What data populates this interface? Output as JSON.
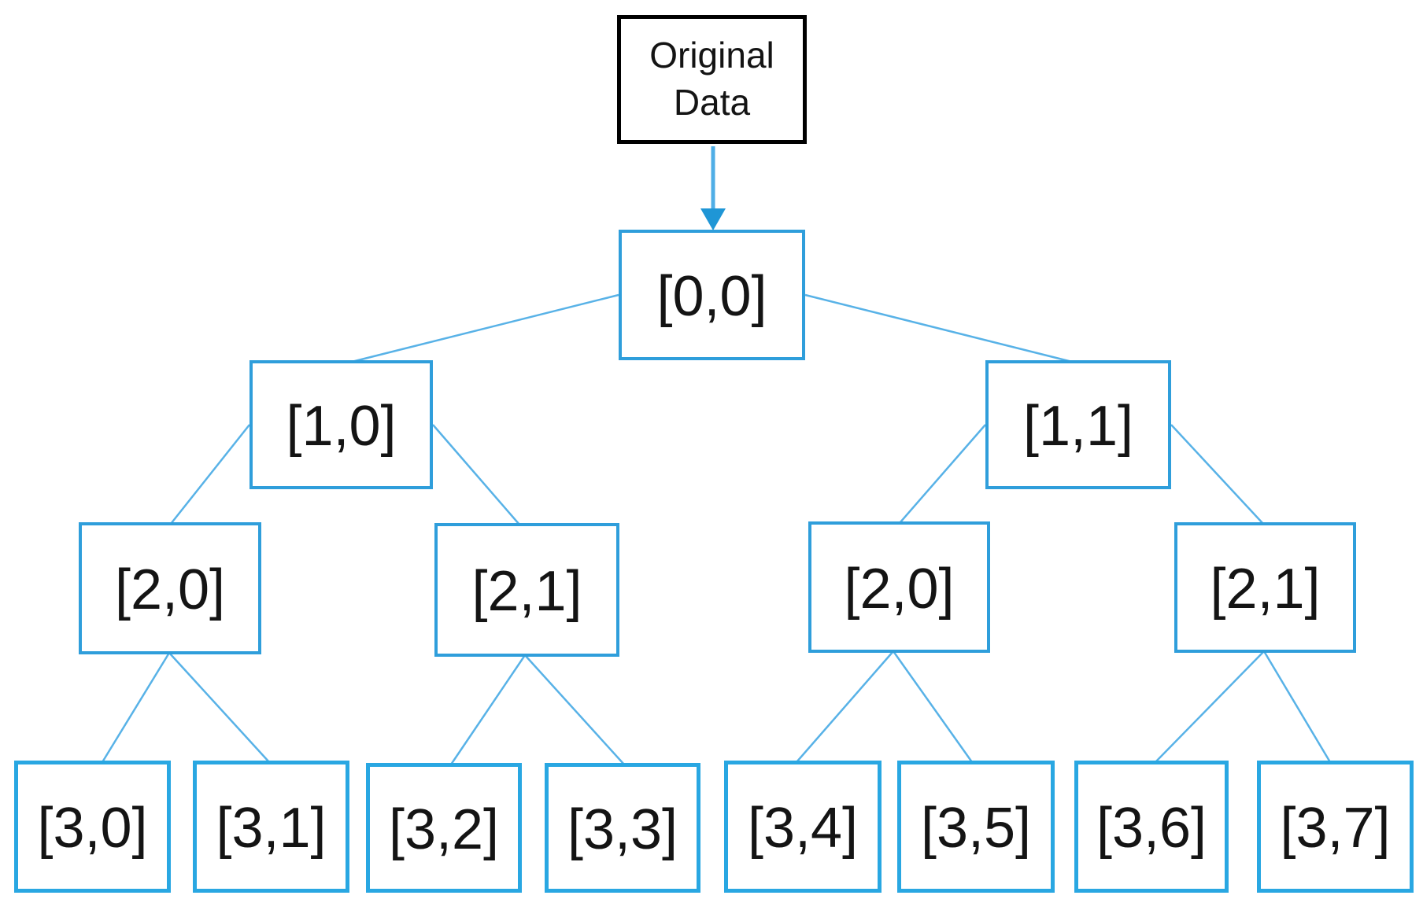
{
  "diagram": {
    "type": "tree",
    "root": {
      "label": "Original Data"
    },
    "nodes": [
      {
        "id": "0-0",
        "level": 0,
        "label": "[0,0]"
      },
      {
        "id": "1-0",
        "level": 1,
        "label": "[1,0]"
      },
      {
        "id": "1-1",
        "level": 1,
        "label": "[1,1]"
      },
      {
        "id": "2-0-left",
        "level": 2,
        "label": "[2,0]"
      },
      {
        "id": "2-1-left",
        "level": 2,
        "label": "[2,1]"
      },
      {
        "id": "2-0-right",
        "level": 2,
        "label": "[2,0]"
      },
      {
        "id": "2-1-right",
        "level": 2,
        "label": "[2,1]"
      },
      {
        "id": "3-0",
        "level": 3,
        "label": "[3,0]"
      },
      {
        "id": "3-1",
        "level": 3,
        "label": "[3,1]"
      },
      {
        "id": "3-2",
        "level": 3,
        "label": "[3,2]"
      },
      {
        "id": "3-3",
        "level": 3,
        "label": "[3,3]"
      },
      {
        "id": "3-4",
        "level": 3,
        "label": "[3,4]"
      },
      {
        "id": "3-5",
        "level": 3,
        "label": "[3,5]"
      },
      {
        "id": "3-6",
        "level": 3,
        "label": "[3,6]"
      },
      {
        "id": "3-7",
        "level": 3,
        "label": "[3,7]"
      }
    ],
    "edges": [
      {
        "from": "root",
        "to": "0-0",
        "style": "arrow"
      },
      {
        "from": "0-0",
        "to": "1-0"
      },
      {
        "from": "0-0",
        "to": "1-1"
      },
      {
        "from": "1-0",
        "to": "2-0-left"
      },
      {
        "from": "1-0",
        "to": "2-1-left"
      },
      {
        "from": "1-1",
        "to": "2-0-right"
      },
      {
        "from": "1-1",
        "to": "2-1-right"
      },
      {
        "from": "2-0-left",
        "to": "3-0"
      },
      {
        "from": "2-0-left",
        "to": "3-1"
      },
      {
        "from": "2-1-left",
        "to": "3-2"
      },
      {
        "from": "2-1-left",
        "to": "3-3"
      },
      {
        "from": "2-0-right",
        "to": "3-4"
      },
      {
        "from": "2-0-right",
        "to": "3-5"
      },
      {
        "from": "2-1-right",
        "to": "3-6"
      },
      {
        "from": "2-1-right",
        "to": "3-7"
      }
    ],
    "colors": {
      "root_border": "#000000",
      "node_border": "#2f9edb",
      "leaf_border": "#29a7e2",
      "connector": "#58b2e7",
      "arrow_shaft": "#4faee6",
      "arrow_head": "#1f96d6",
      "text": "#141414",
      "background": "#ffffff"
    }
  }
}
